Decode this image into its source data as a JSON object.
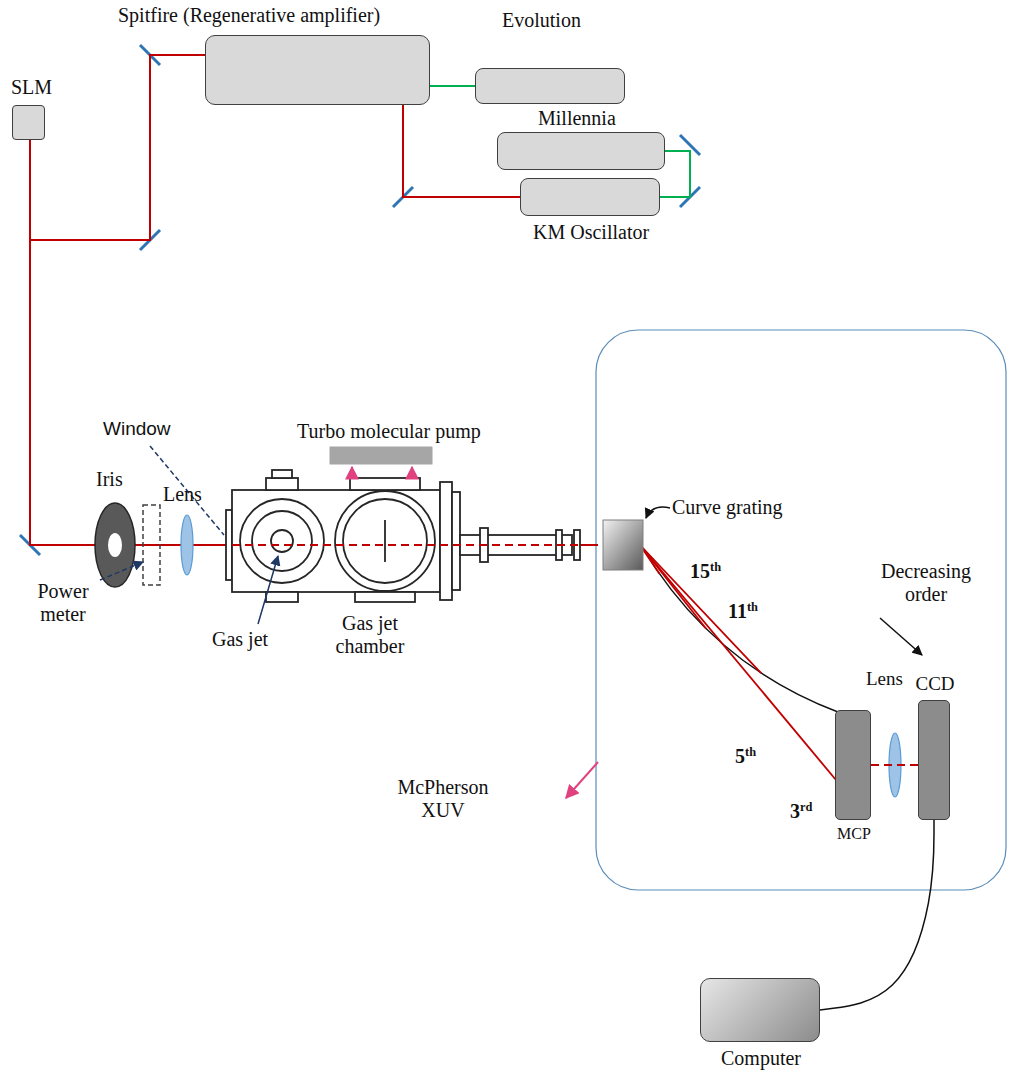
{
  "diagram": {
    "nodes": [
      {
        "text": [
          "Spitfire (Regenerative amplifier)"
        ]
      },
      {
        "text": [
          "Evolution"
        ]
      },
      {
        "text": [
          "Millennia"
        ]
      },
      {
        "text": [
          "KM Oscillator"
        ]
      },
      {
        "text": [
          "SLM"
        ]
      },
      {
        "text": [
          "MCP"
        ]
      },
      {
        "text": [
          "CCD"
        ]
      },
      {
        "text": [
          "Computer"
        ]
      }
    ],
    "edges": [
      {
        "from": 3,
        "to": 0,
        "arrow": "none"
      },
      {
        "from": 2,
        "to": 3,
        "arrow": "none"
      },
      {
        "from": 1,
        "to": 0,
        "arrow": "none"
      },
      {
        "from": 0,
        "to": 4,
        "arrow": "none"
      },
      {
        "from": 5,
        "to": 6,
        "arrow": "none"
      },
      {
        "from": 6,
        "to": 7,
        "arrow": "none"
      }
    ],
    "labels": [
      "Window",
      "Turbo molecular pump",
      "Iris",
      "Lens",
      "Power meter",
      "Gas jet",
      "Gas jet chamber",
      "Curve grating",
      "15th",
      "11th",
      "Decreasing order",
      "5th",
      "Lens",
      "3rd",
      "McPherson XUV"
    ]
  }
}
